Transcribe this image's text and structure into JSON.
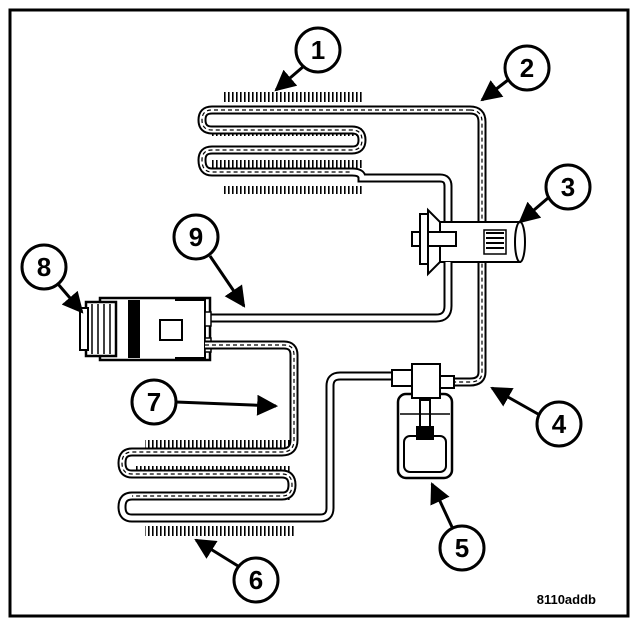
{
  "figure_code": "8110addb",
  "callouts": [
    {
      "id": "1",
      "label": "1"
    },
    {
      "id": "2",
      "label": "2"
    },
    {
      "id": "3",
      "label": "3"
    },
    {
      "id": "4",
      "label": "4"
    },
    {
      "id": "5",
      "label": "5"
    },
    {
      "id": "6",
      "label": "6"
    },
    {
      "id": "7",
      "label": "7"
    },
    {
      "id": "8",
      "label": "8"
    },
    {
      "id": "9",
      "label": "9"
    }
  ]
}
